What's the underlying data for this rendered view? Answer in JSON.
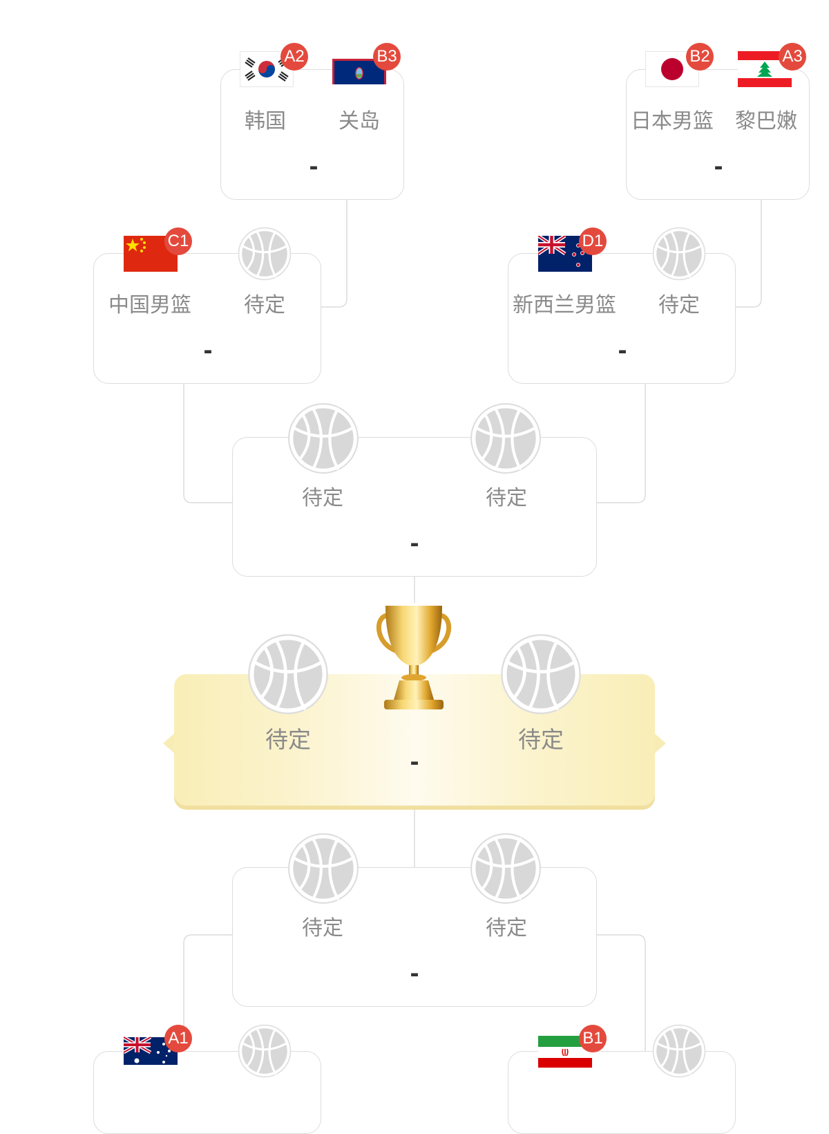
{
  "bracket": {
    "placeholder": "待定",
    "matches": [
      {
        "id": "m1",
        "team1": {
          "name": "韩国",
          "seed": "A2",
          "flag": "korea-flag-icon"
        },
        "team2": {
          "name": "关岛",
          "seed": "B3",
          "flag": "guam-flag-icon"
        },
        "score": "-"
      },
      {
        "id": "m2",
        "team1": {
          "name": "日本男篮",
          "seed": "B2",
          "flag": "japan-flag-icon"
        },
        "team2": {
          "name": "黎巴嫩",
          "seed": "A3",
          "flag": "lebanon-flag-icon"
        },
        "score": "-"
      },
      {
        "id": "m3",
        "team1": {
          "name": "中国男篮",
          "seed": "C1",
          "flag": "china-flag-icon"
        },
        "team2": {
          "name": "待定",
          "seed": "",
          "flag": "basketball-icon"
        },
        "score": "-"
      },
      {
        "id": "m4",
        "team1": {
          "name": "新西兰男篮",
          "seed": "D1",
          "flag": "new-zealand-flag-icon"
        },
        "team2": {
          "name": "待定",
          "seed": "",
          "flag": "basketball-icon"
        },
        "score": "-"
      },
      {
        "id": "m5",
        "team1": {
          "name": "待定",
          "flag": "basketball-icon"
        },
        "team2": {
          "name": "待定",
          "flag": "basketball-icon"
        },
        "score": "-"
      },
      {
        "id": "final",
        "team1": {
          "name": "待定",
          "flag": "basketball-icon"
        },
        "team2": {
          "name": "待定",
          "flag": "basketball-icon"
        },
        "score": "-",
        "icon": "trophy-icon"
      },
      {
        "id": "m6",
        "team1": {
          "name": "待定",
          "flag": "basketball-icon"
        },
        "team2": {
          "name": "待定",
          "flag": "basketball-icon"
        },
        "score": "-"
      },
      {
        "id": "m7",
        "team1": {
          "seed": "A1",
          "flag": "australia-flag-icon"
        },
        "team2": {
          "flag": "basketball-icon"
        }
      },
      {
        "id": "m8",
        "team1": {
          "seed": "B1",
          "flag": "iran-flag-icon"
        },
        "team2": {
          "flag": "basketball-icon"
        }
      }
    ]
  },
  "colors": {
    "card_border": "#dcdcdc",
    "connector": "#dcdcdc",
    "seed_badge": "#e34a3d",
    "team_name": "#8a8a8a",
    "score": "#333333",
    "final_background": "#fbf3cd",
    "placeholder_ball": "#d9d9d9"
  }
}
